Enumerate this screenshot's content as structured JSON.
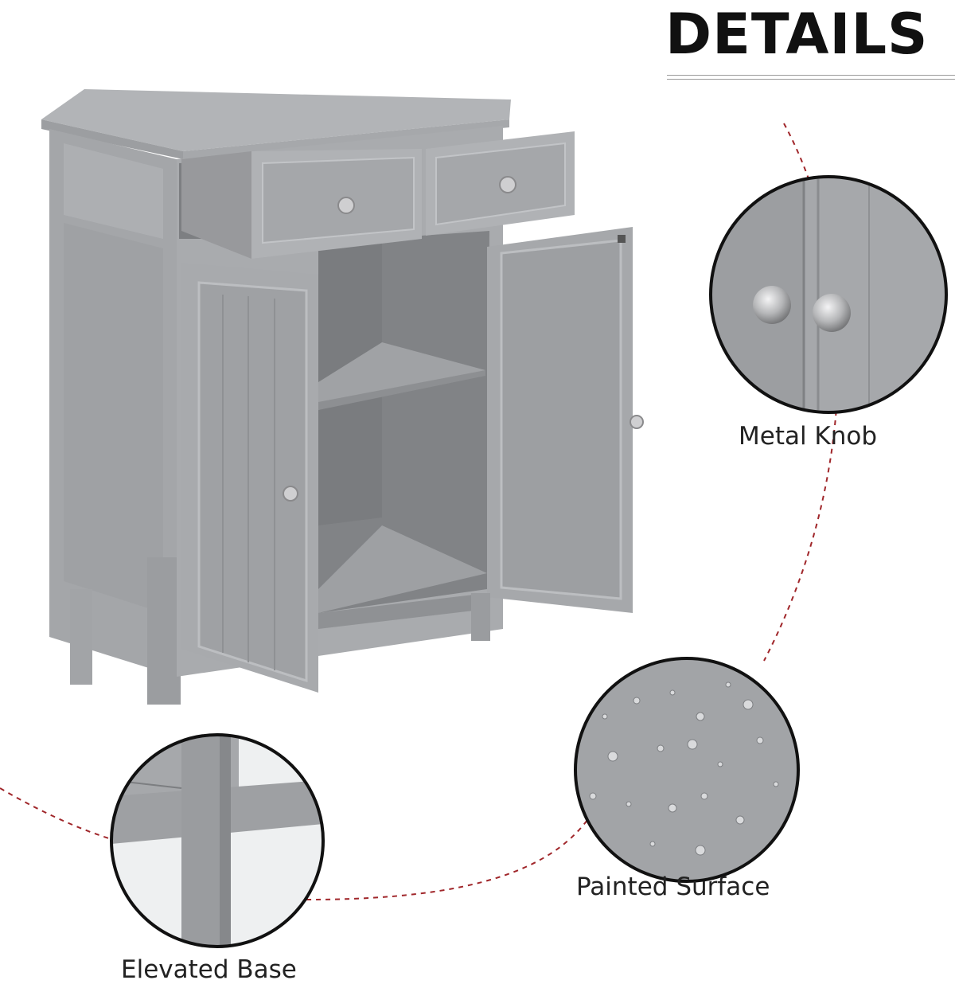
{
  "title": "DETAILS",
  "features": {
    "knob": "Metal Knob",
    "surface": "Painted Surface",
    "base": "Elevated Base"
  },
  "colors": {
    "cabinet": "#a7a9ac",
    "cabinet_dark": "#8c8e91",
    "cabinet_light": "#b9bbbe",
    "dashed_line": "#a0262a",
    "metal": "#c8c8ca"
  }
}
